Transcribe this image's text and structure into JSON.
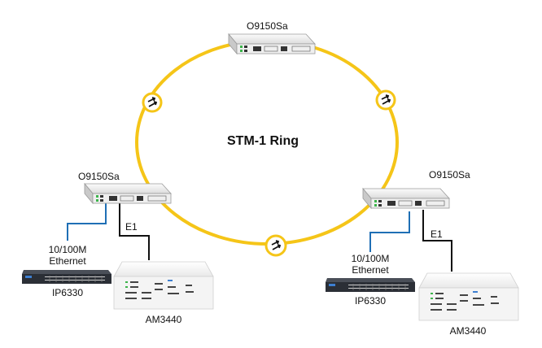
{
  "diagram": {
    "title": "STM-1 Ring",
    "colors": {
      "ring": "#F5C518",
      "ethernet_link": "#1f6fb5",
      "e1_link": "#111111",
      "device_body": "#f2f2f2",
      "switch_body": "#2b2f36"
    },
    "nodes": {
      "top_mux": {
        "label": "O9150Sa",
        "type": "sdh-multiplexer"
      },
      "left_mux": {
        "label": "O9150Sa",
        "type": "sdh-multiplexer"
      },
      "right_mux": {
        "label": "O9150Sa",
        "type": "sdh-multiplexer"
      },
      "left_switch": {
        "label": "IP6330",
        "type": "ethernet-switch"
      },
      "right_switch": {
        "label": "IP6330",
        "type": "ethernet-switch"
      },
      "left_pbx": {
        "label": "AM3440",
        "type": "access-multiplexer"
      },
      "right_pbx": {
        "label": "AM3440",
        "type": "access-multiplexer"
      }
    },
    "links": {
      "left_ethernet": {
        "label_line1": "10/100M",
        "label_line2": "Ethernet"
      },
      "right_ethernet": {
        "label_line1": "10/100M",
        "label_line2": "Ethernet"
      },
      "left_e1": {
        "label": "E1"
      },
      "right_e1": {
        "label": "E1"
      }
    },
    "ring_markers": [
      "fiber-arrows-icon",
      "fiber-arrows-icon",
      "fiber-arrows-icon"
    ]
  }
}
